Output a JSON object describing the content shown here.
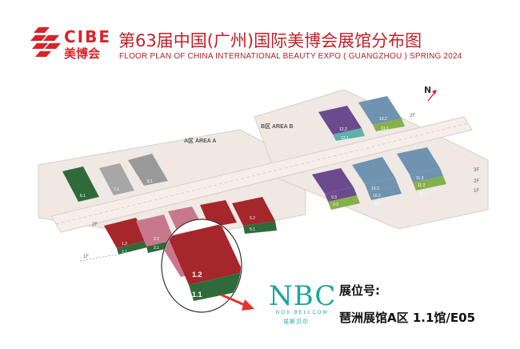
{
  "header": {
    "logo_text": "CIBE",
    "logo_cn": "美博会",
    "title_cn": "第63届中国(广州)国际美博会展馆分布图",
    "title_en": "FLOOR PLAN OF CHINA INTERNATIONAL BEAUTY EXPO ( GUANGZHOU ) SPRING 2024"
  },
  "map": {
    "north_label": "N",
    "area_a_label": "A区 AREA A",
    "area_b_label": "B区 AREA B",
    "floor_labels": {
      "a_2f": "2F",
      "a_1f": "1F",
      "b_2f": "2F",
      "b_3f": "3F",
      "b_1f": "1F",
      "b_2f_right": "2F"
    },
    "halls": {
      "h6_1": "6.1",
      "h7_1": "7.1",
      "h8_1": "8.1",
      "h1_2": "1.2",
      "h1_1": "1.1",
      "h2_2": "2.2",
      "h2_1": "2.1",
      "h5_2": "5.2",
      "h5_1": "5.1",
      "h12_2": "12.2",
      "h12_1": "12.1",
      "h13_2": "13.2",
      "h13_1": "13.1",
      "h9_3": "9.3",
      "h9_2": "9.2",
      "h9_1": "9.1",
      "h10_3": "10.3",
      "h10_2": "10.2",
      "h10_1": "10.1",
      "h11_3": "11.3",
      "h11_2": "11.2",
      "h11_1": "11.1"
    },
    "zoom": {
      "upper": "1.2",
      "lower": "1.1"
    }
  },
  "brand": {
    "name": "NBC",
    "sub": "NOX BELLCOW",
    "cn": "诺斯贝尔"
  },
  "booth": {
    "label": "展位号:",
    "value": "琶洲展馆A区 1.1馆/E05"
  },
  "colors": {
    "accent_red": "#d8232a",
    "hall_red": "#a5262b",
    "hall_green": "#2f6b3a",
    "hall_pink": "#c9788c",
    "hall_gray": "#9a9a9a",
    "hall_purple": "#6c4a8e",
    "hall_blue": "#6f93b0",
    "hall_lightgreen": "#86b04a",
    "hall_teal": "#5fb0a8",
    "brand_teal": "#1aa79a"
  }
}
